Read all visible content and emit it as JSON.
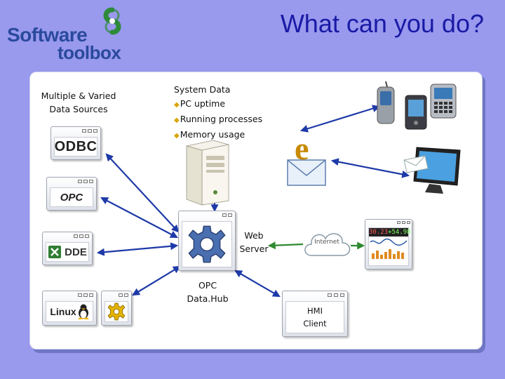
{
  "header": {
    "title": "What can you do?",
    "logo_line1": "Software",
    "logo_line2": "toolbox"
  },
  "labels": {
    "sources": [
      "Multiple & Varied",
      "Data Sources"
    ],
    "web_server": [
      "Web",
      "Server"
    ],
    "datahub": [
      "OPC",
      "Data.Hub"
    ],
    "hmi": [
      "HMI",
      "Client"
    ]
  },
  "system_data": {
    "heading": "System Data",
    "items": [
      "PC uptime",
      "Running processes",
      "Memory usage"
    ]
  },
  "source_windows": {
    "odbc": "ODBC",
    "opc": "OPC",
    "dde": "DDE",
    "linux": "Linux"
  },
  "chart_widget": {
    "value1": "30.23",
    "value2": "+54.98"
  },
  "cloud_label": "Internet",
  "email_letter": "e",
  "colors": {
    "background": "#9999ee",
    "title": "#1a1aa6",
    "blue_arrow": "#1e3aa8",
    "green_arrow": "#2e8a2e",
    "logo_blue": "#2a4a9c",
    "logo_green": "#2e8a3a",
    "bullet": "#d9a400"
  },
  "icons": [
    "gear-icon",
    "server-tower-icon",
    "mobile-devices-icon",
    "email-icon",
    "monitor-icon",
    "cloud-icon",
    "excel-icon",
    "tux-icon"
  ]
}
